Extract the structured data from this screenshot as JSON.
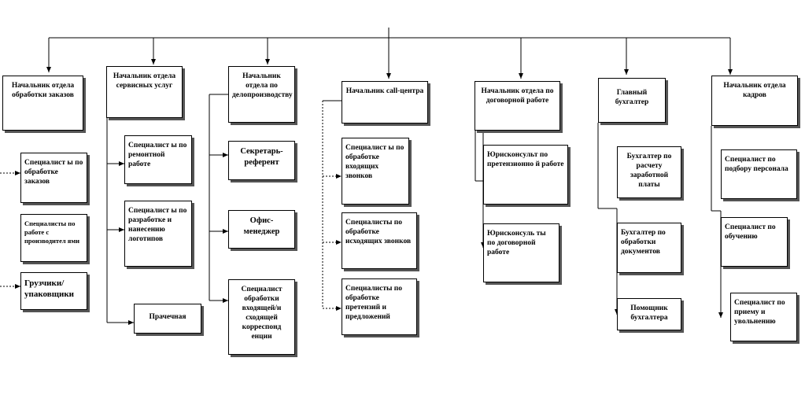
{
  "heads": [
    {
      "id": "orders_head",
      "label": "Начальник отдела обработки заказов"
    },
    {
      "id": "service_head",
      "label": "Начальник отдела сервисных услуг"
    },
    {
      "id": "office_head",
      "label": "Начальник отдела по делопроизводству"
    },
    {
      "id": "call_head",
      "label": "Начальник call-центра"
    },
    {
      "id": "contract_head",
      "label": "Начальник отдела по договорной работе"
    },
    {
      "id": "accountant_head",
      "label": "Главный бухгалтер"
    },
    {
      "id": "hr_head",
      "label": "Начальник отдела кадров"
    }
  ],
  "staff": {
    "orders_1": "Специалист ы по обработке заказов",
    "orders_2": "Специалисты по работе с производител ями",
    "orders_3": "Грузчики/ упаковщики",
    "service_1": "Специалист ы по ремонтной работе",
    "service_2": "Специалист ы по разработке и нанесению логотипов",
    "service_3": "Прачечная",
    "office_1": "Секретарь-референт",
    "office_2": "Офис-менеджер",
    "office_3": "Специалист обработки входящей/и сходящей корреспонд енции",
    "call_1": "Специалист ы по обработке входящих звонков",
    "call_2": "Специалисты по обработке исходящих звонков",
    "call_3": "Специалисты по обработке претензий и предложений",
    "contract_1": "Юрисконсульт по претензионно й работе",
    "contract_2": "Юрисконсуль ты по договорной работе",
    "acc_1": "Бухгалтер по расчету заработной платы",
    "acc_2": "Бухгалтер по обработки документов",
    "acc_3": "Помощник бухгалтера",
    "hr_1": "Специалист по подбору персонала",
    "hr_2": "Специалист по обучению",
    "hr_3": "Специалист по приему и увольнению"
  }
}
